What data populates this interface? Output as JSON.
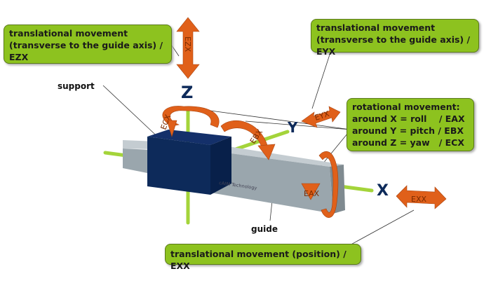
{
  "boxes": {
    "ezx": {
      "line1": "translational movement",
      "line2": "(transverse to the guide axis) / EZX"
    },
    "eyx": {
      "line1": "translational movement",
      "line2": "(transverse to the guide axis) / EYX"
    },
    "rot": {
      "title": "rotational movement:",
      "x": "around X = roll    / EAX",
      "y": "around Y = pitch / EBX",
      "z": "around Z = yaw   / ECX"
    },
    "exx": {
      "text": "translational movement (position) / EXX"
    }
  },
  "labels": {
    "support": "support",
    "guide": "guide",
    "watermark": "cAtM  Technology"
  },
  "axes": {
    "x": "X",
    "y": "Y",
    "z": "Z"
  },
  "arrow_labels": {
    "ezx": "EZX",
    "eyx": "EYX",
    "exx": "EXX",
    "eax": "EAX",
    "ebx": "EBX",
    "ecx": "ECX"
  },
  "colors": {
    "box": "#8dc21f",
    "arrow": "#e0601a",
    "support": "#0d2a5a",
    "guide": "#9aa6ad",
    "axis_rod": "#a4d43a"
  }
}
